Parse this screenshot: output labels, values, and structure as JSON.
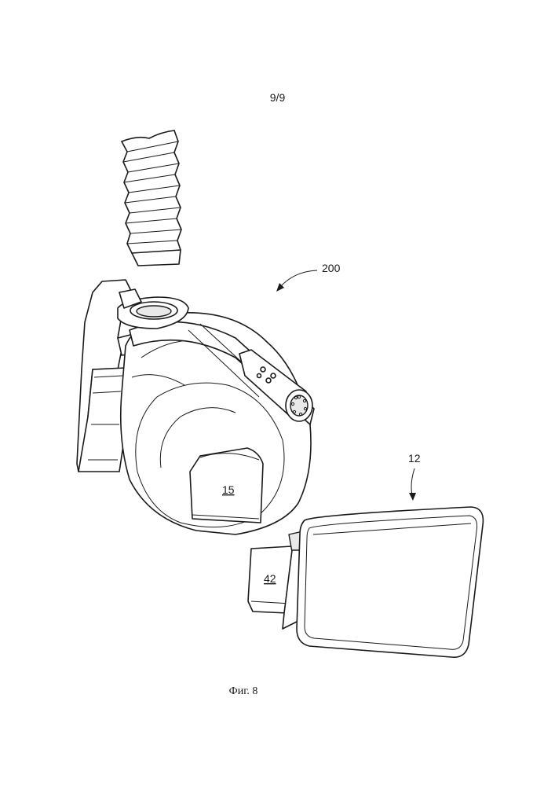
{
  "page_number": "9/9",
  "figure_caption": "Фиг. 8",
  "labels": {
    "device": "200",
    "panel": "12",
    "canister": "15",
    "block": "42"
  }
}
